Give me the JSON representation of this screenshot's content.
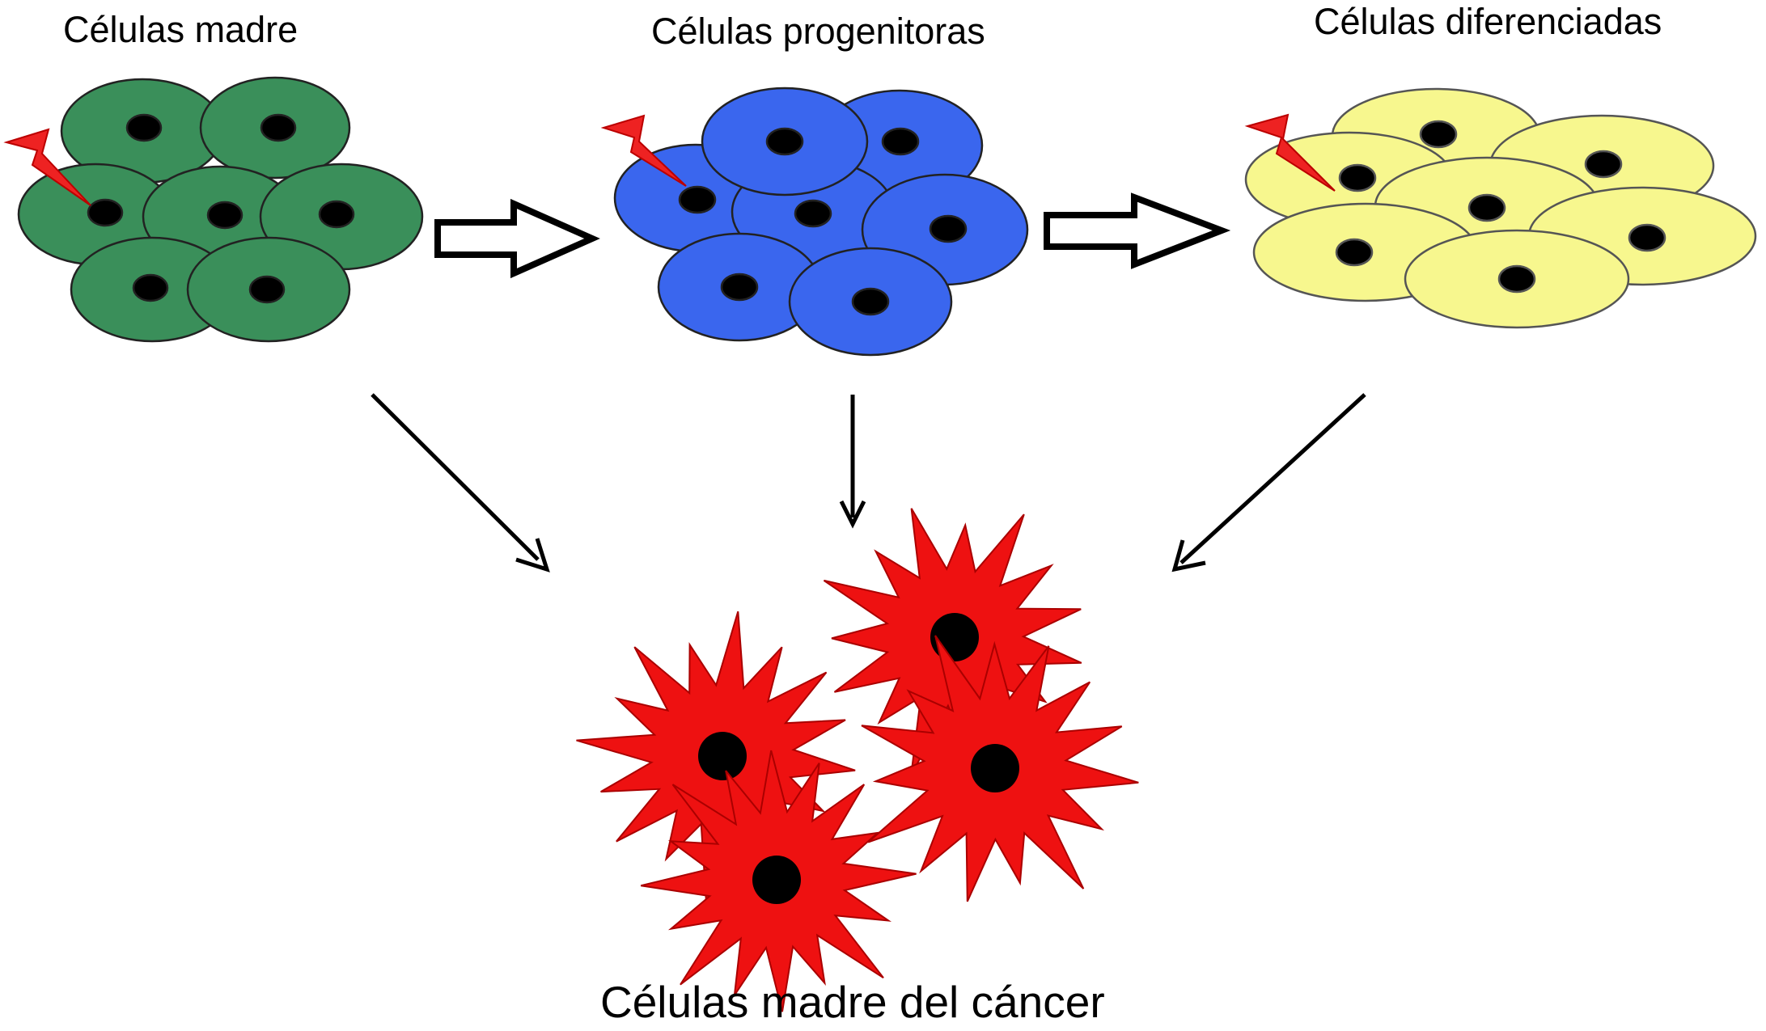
{
  "labels": {
    "stem_cells": "Células madre",
    "progenitor_cells": "Células progenitoras",
    "differentiated_cells": "Células diferenciadas",
    "cancer_stem_cells": "Células madre del cáncer"
  },
  "colors": {
    "stem_cell_fill": "#3a8f5a",
    "progenitor_cell_fill": "#3a66ee",
    "differentiated_cell_fill": "#f7f78e",
    "cancer_cell_fill": "#ee1111",
    "nucleus": "#000000",
    "lightning": "#ee2222",
    "outline": "#222222"
  },
  "icons": {
    "mutation": "lightning-bolt-icon",
    "transition": "hollow-right-arrow-icon",
    "conversion": "line-arrow-icon"
  }
}
